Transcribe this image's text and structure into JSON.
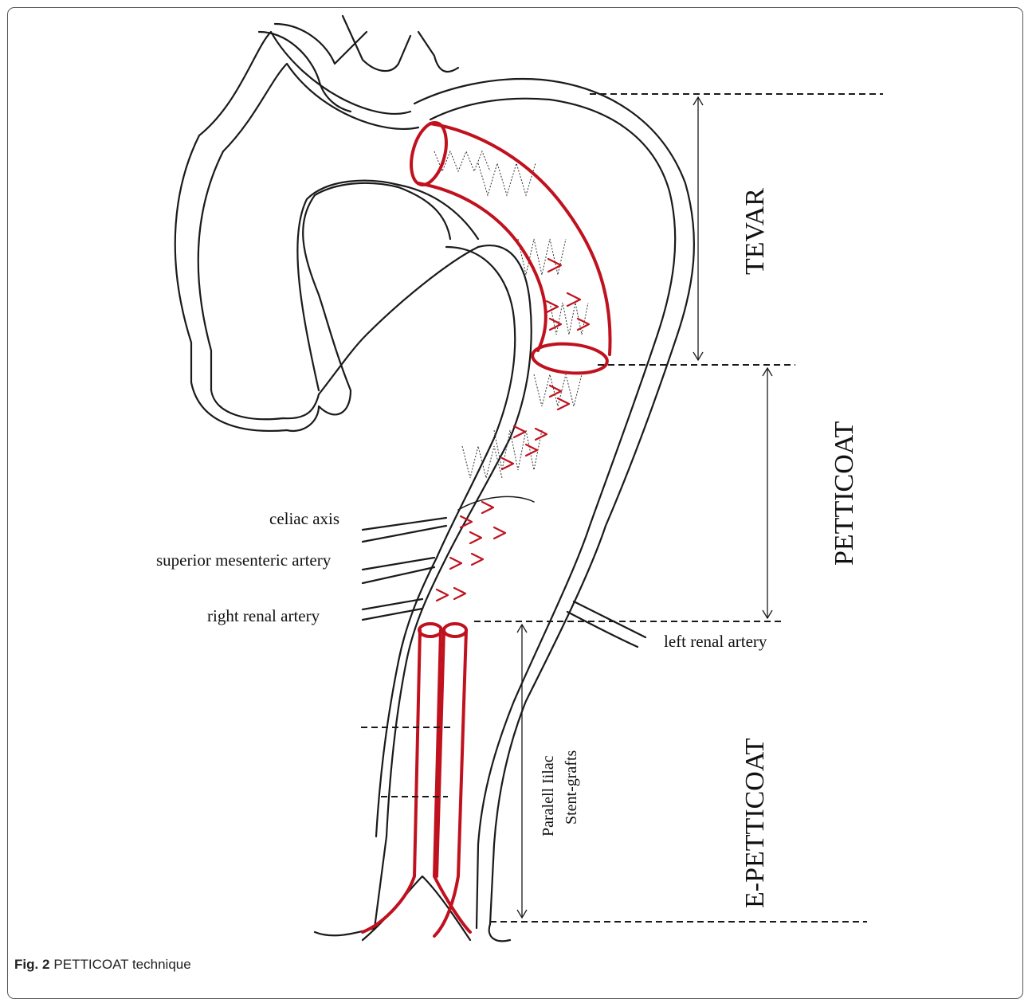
{
  "figure": {
    "caption_label": "Fig. 2",
    "caption_text": "PETTICOAT technique"
  },
  "labels": {
    "celiac": "celiac axis",
    "sma": "superior mesenteric artery",
    "right_renal": "right renal artery",
    "left_renal": "left renal artery",
    "tevar": "TEVAR",
    "petticoat": "PETTICOAT",
    "e_petticoat": "E-PETTICOAT",
    "iliac_line1": "Paralell Iilac",
    "iliac_line2": "Stent-grafts"
  },
  "colors": {
    "outline": "#1a1a1a",
    "stent_graft": "#c0121e",
    "dashed_struts": "#333333"
  }
}
